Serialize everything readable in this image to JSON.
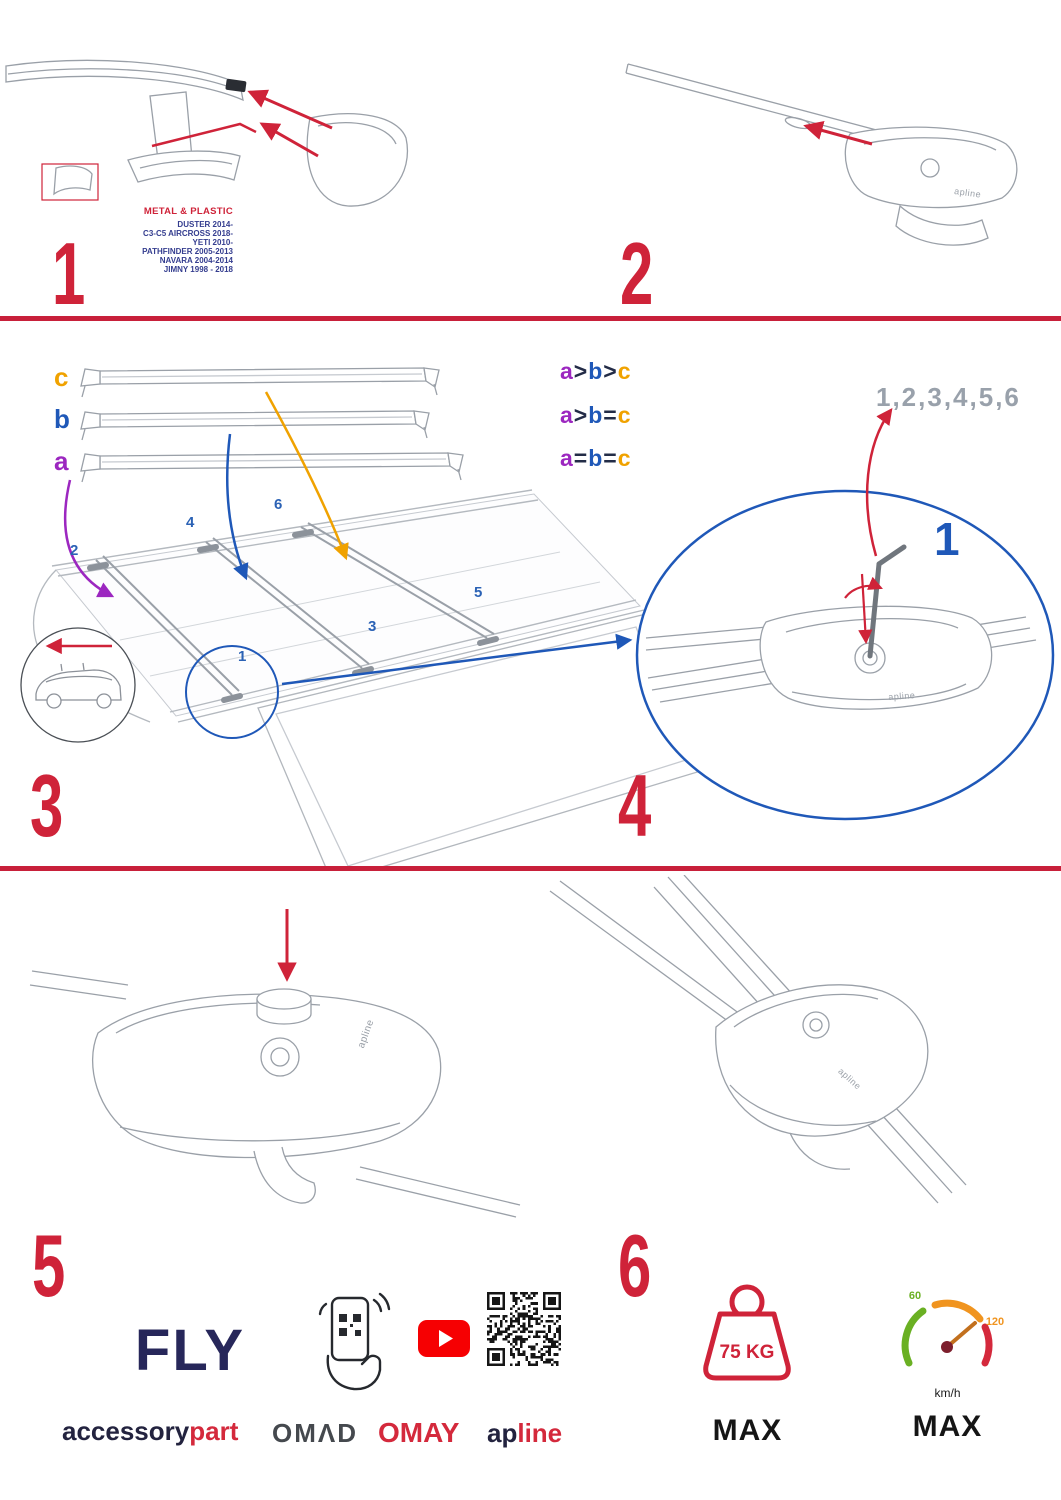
{
  "colors": {
    "accent_red": "#cf2339",
    "blue": "#1f58b8",
    "navy": "#27275a",
    "purple": "#9c27c0",
    "orange": "#f0a200",
    "green": "#6ab023",
    "speed_orange": "#f0941f"
  },
  "step1": {
    "number": "1",
    "material_label": "METAL & PLASTIC",
    "models": [
      "DUSTER 2014-",
      "C3-C5 AIRCROSS 2018-",
      "YETI 2010-",
      "PATHFINDER 2005-2013",
      "NAVARA 2004-2014",
      "JIMNY 1998 - 2018"
    ]
  },
  "step2": {
    "number": "2",
    "brand": "apline"
  },
  "step3": {
    "number": "3",
    "bar_labels": [
      "c",
      "b",
      "a"
    ],
    "size_rules": [
      [
        "a",
        ">",
        "b",
        ">",
        "c"
      ],
      [
        "a",
        ">",
        "b",
        "=",
        "c"
      ],
      [
        "a",
        "=",
        "b",
        "=",
        "c"
      ]
    ],
    "positions": [
      "1",
      "2",
      "3",
      "4",
      "5",
      "6"
    ]
  },
  "step4": {
    "number": "4",
    "sequence": "1,2,3,4,5,6",
    "first_step": "1",
    "brand": "apline"
  },
  "step5": {
    "number": "5",
    "brand": "apline"
  },
  "step6": {
    "number": "6",
    "brand": "apline"
  },
  "footer": {
    "fly": "FLY",
    "accessory": "accessory",
    "part": "part",
    "omad": "OMΛD",
    "omay": "OMAY",
    "apline_ap": "ap",
    "apline_line": "line",
    "weight_value": "75 KG",
    "weight_max": "MAX",
    "speed_min": "60",
    "speed_max_tick": "120",
    "speed_unit": "km/h",
    "speed_max": "MAX"
  }
}
